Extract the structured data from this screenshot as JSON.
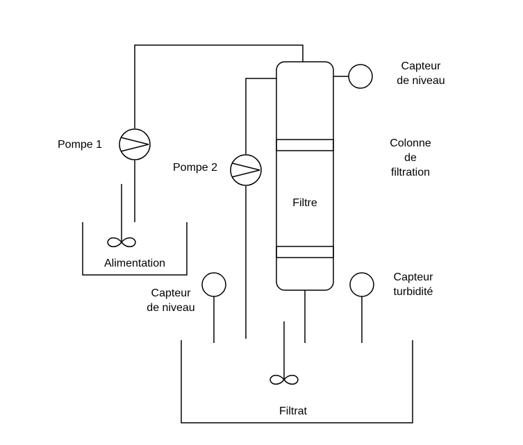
{
  "labels": {
    "pompe1": "Pompe 1",
    "pompe2": "Pompe 2",
    "capteur_niveau_haut": [
      "Capteur",
      "de niveau"
    ],
    "colonne": [
      "Colonne",
      "de",
      "filtration"
    ],
    "filtre": "Filtre",
    "alimentation": "Alimentation",
    "capteur_niveau_bas": [
      "Capteur",
      "de niveau"
    ],
    "capteur_turbidite": [
      "Capteur",
      "turbidité"
    ],
    "filtrat": "Filtrat"
  },
  "icons": {
    "pump": "pump-icon",
    "sensor": "sensor-circle-icon",
    "stirrer": "stirrer-icon"
  },
  "colors": {
    "line": "#000000",
    "background": "#ffffff"
  }
}
